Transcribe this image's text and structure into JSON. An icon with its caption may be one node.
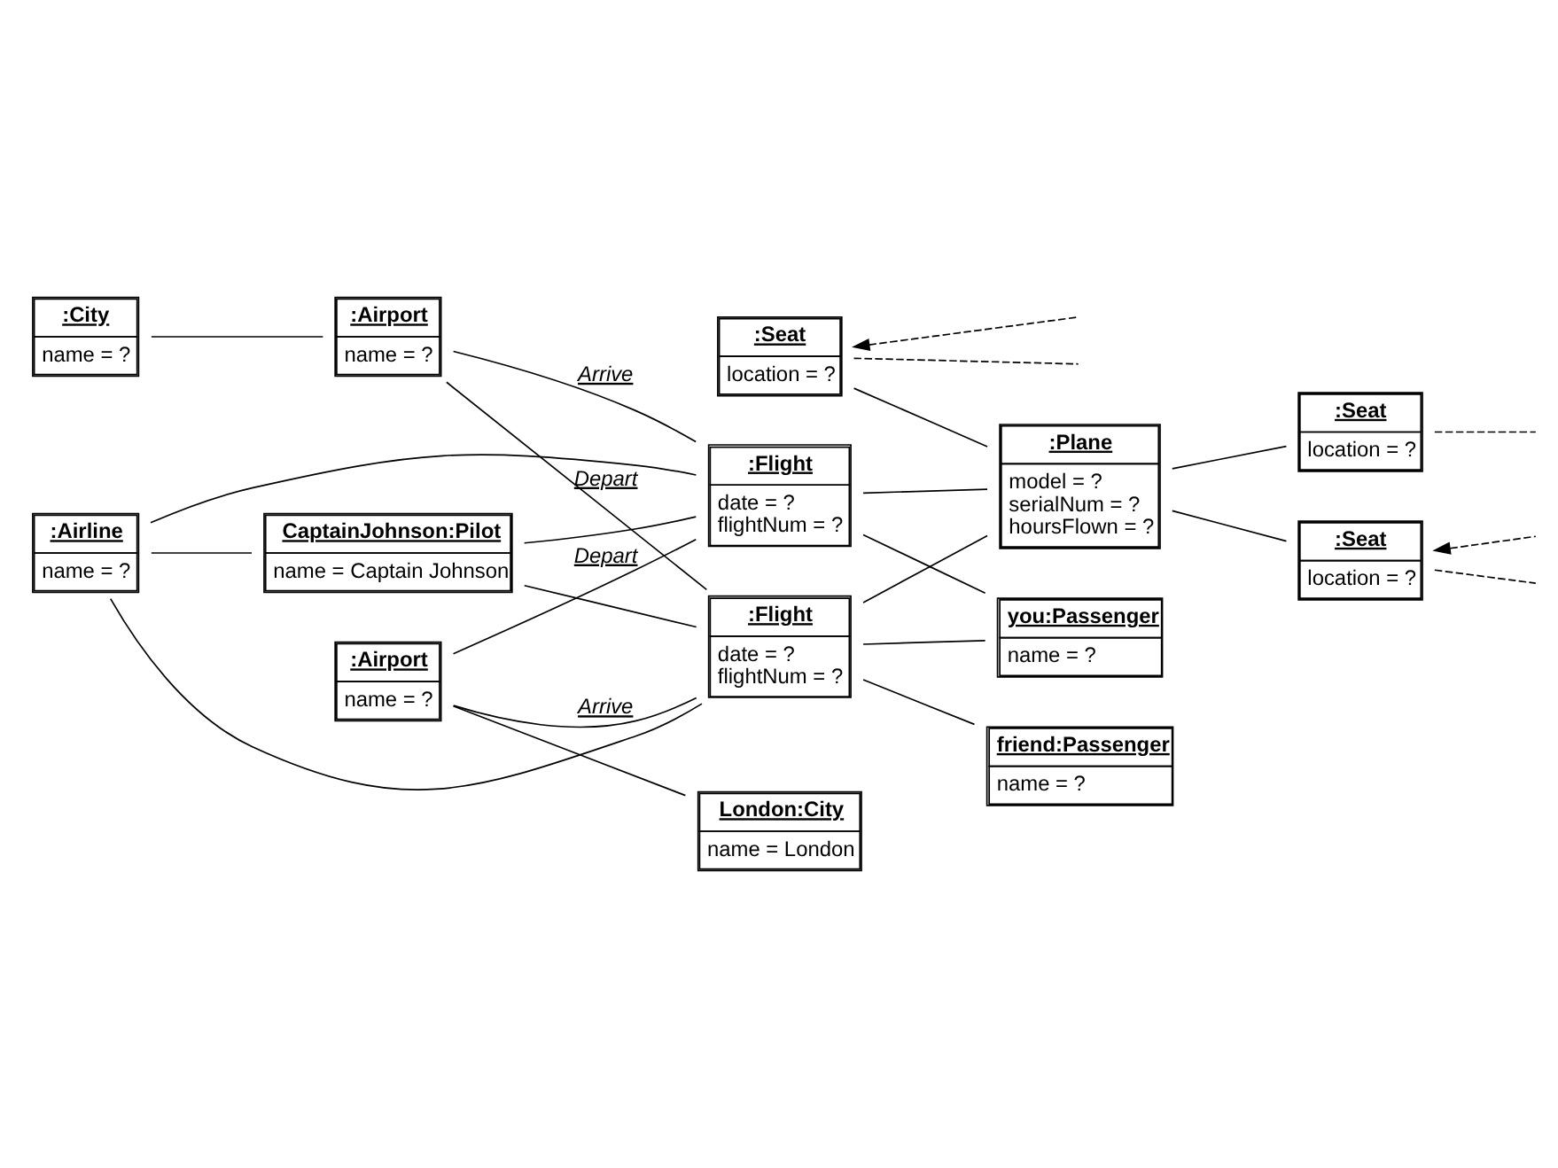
{
  "diagram": {
    "nodes": [
      {
        "text": [
          ":Airline",
          "name = ?"
        ]
      },
      {
        "text": [
          "CaptainJohnson:Pilot",
          "name = Captain Johnson"
        ]
      },
      {
        "text": [
          ":City",
          "name = ?"
        ]
      },
      {
        "text": [
          "friend:Passenger",
          "name = ?"
        ]
      },
      {
        "text": [
          ":Airport",
          "name = ?"
        ]
      },
      {
        "text": [
          ":Flight",
          "date = ?",
          "flightNum = ?"
        ]
      },
      {
        "text": [
          ":Seat",
          "location = ?"
        ]
      },
      {
        "text": [
          ":Airport",
          "name = ?"
        ]
      },
      {
        "text": [
          ":Flight",
          "date = ?",
          "flightNum = ?"
        ]
      },
      {
        "text": [
          ":Plane",
          "model = ?",
          "serialNum = ?",
          "hoursFlown = ?"
        ]
      },
      {
        "text": [
          "London:City",
          "name = London"
        ]
      },
      {
        "text": [
          ":Seat",
          "location = ?"
        ]
      },
      {
        "text": [
          ":Seat",
          "location = ?"
        ]
      },
      {
        "text": [
          "you:Passenger",
          "name = ?"
        ]
      }
    ],
    "edges": [
      {
        "from": 0,
        "to": 1,
        "arrow": "none"
      },
      {
        "from": 2,
        "to": 4,
        "arrow": "none"
      },
      {
        "from": 0,
        "to": 5,
        "arrow": "none"
      },
      {
        "from": 0,
        "to": 8,
        "arrow": "none"
      },
      {
        "from": 1,
        "to": 5,
        "arrow": "none"
      },
      {
        "from": 1,
        "to": 8,
        "arrow": "none"
      },
      {
        "from": 4,
        "to": 5,
        "arrow": "none",
        "label": "Depart"
      },
      {
        "from": 4,
        "to": 8,
        "arrow": "none",
        "label": "Arrive"
      },
      {
        "from": 7,
        "to": 5,
        "arrow": "none",
        "label": "Arrive"
      },
      {
        "from": 7,
        "to": 8,
        "arrow": "none",
        "label": "Depart"
      },
      {
        "from": 7,
        "to": 10,
        "arrow": "none"
      },
      {
        "from": 5,
        "to": 3,
        "arrow": "none"
      },
      {
        "from": 6,
        "to": null,
        "arrow": "none",
        "style": "dashed"
      },
      {
        "from": null,
        "to": 6,
        "arrow": "to",
        "style": "dashed"
      },
      {
        "from": 5,
        "to": 9,
        "arrow": "none"
      },
      {
        "from": 6,
        "to": 9,
        "arrow": "none"
      },
      {
        "from": 8,
        "to": 9,
        "arrow": "none"
      },
      {
        "from": 9,
        "to": 11,
        "arrow": "none"
      },
      {
        "from": 9,
        "to": 12,
        "arrow": "none"
      },
      {
        "from": 5,
        "to": 13,
        "arrow": "none"
      },
      {
        "from": 11,
        "to": null,
        "arrow": "none",
        "style": "dashed"
      },
      {
        "from": 8,
        "to": 13,
        "arrow": "none"
      },
      {
        "from": 12,
        "to": null,
        "arrow": "none",
        "style": "dashed"
      },
      {
        "from": null,
        "to": 12,
        "arrow": "to",
        "style": "dashed"
      }
    ]
  }
}
